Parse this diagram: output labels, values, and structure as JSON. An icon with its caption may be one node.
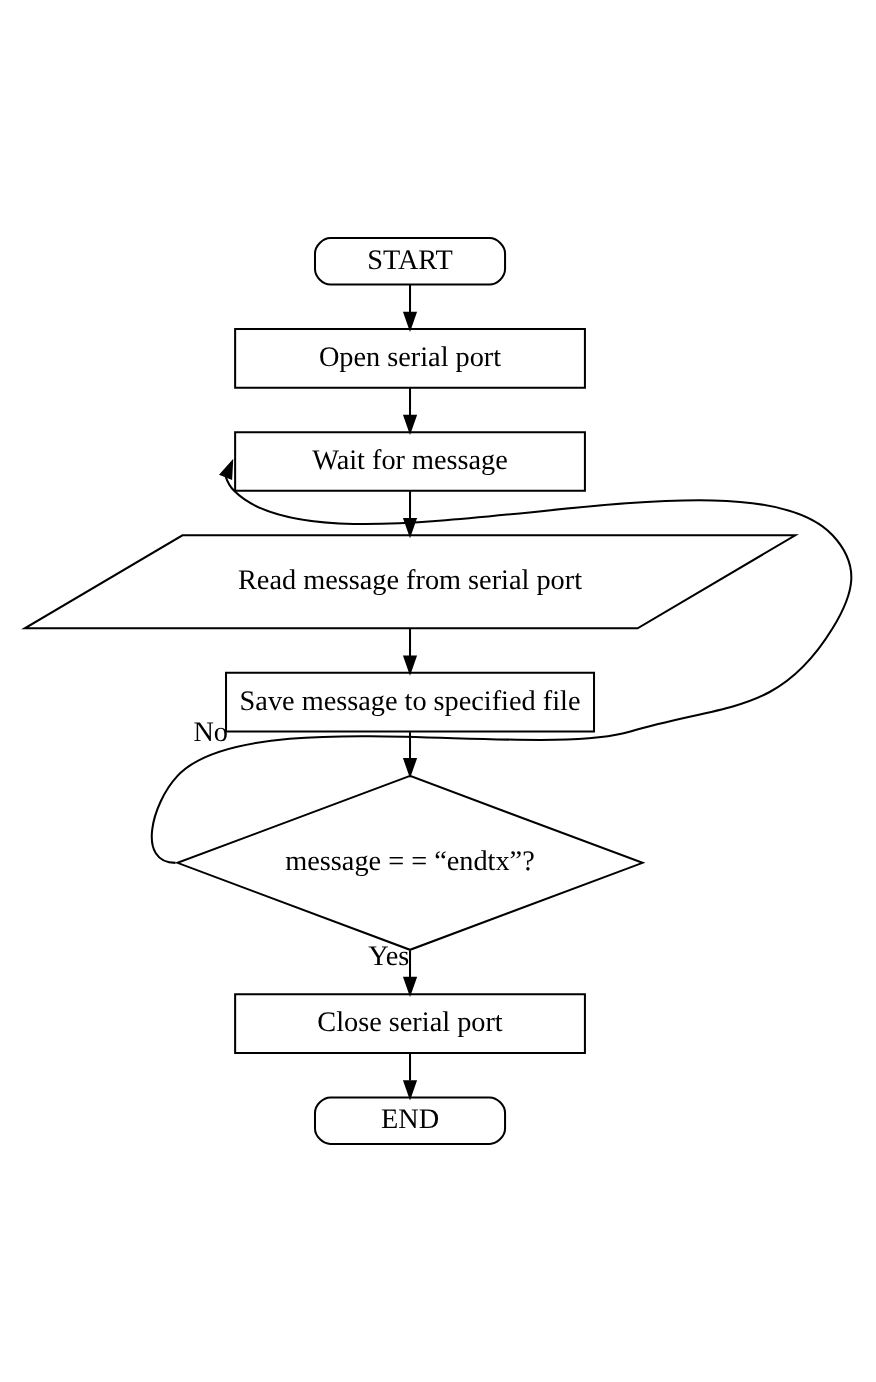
{
  "diagram": {
    "nodes": [
      {
        "text": [
          "START"
        ]
      },
      {
        "text": [
          "Open serial port"
        ]
      },
      {
        "text": [
          "Wait for message"
        ]
      },
      {
        "text": [
          "Read message from serial port"
        ]
      },
      {
        "text": [
          "Save message to specified file"
        ]
      },
      {
        "text": [
          "message = = “endtx”?"
        ]
      },
      {
        "text": [
          "Close serial port"
        ]
      },
      {
        "text": [
          "END"
        ]
      }
    ],
    "edges": [
      {
        "from": 0,
        "to": 1,
        "arrow": "to"
      },
      {
        "from": 1,
        "to": 2,
        "arrow": "to"
      },
      {
        "from": 2,
        "to": 3,
        "arrow": "to"
      },
      {
        "from": 3,
        "to": 4,
        "arrow": "to"
      },
      {
        "from": 4,
        "to": 5,
        "arrow": "to"
      },
      {
        "from": 5,
        "to": 2,
        "arrow": "to",
        "label": "No"
      },
      {
        "from": 5,
        "to": 6,
        "arrow": "to",
        "label": "Yes"
      },
      {
        "from": 6,
        "to": 7,
        "arrow": "to"
      }
    ]
  }
}
